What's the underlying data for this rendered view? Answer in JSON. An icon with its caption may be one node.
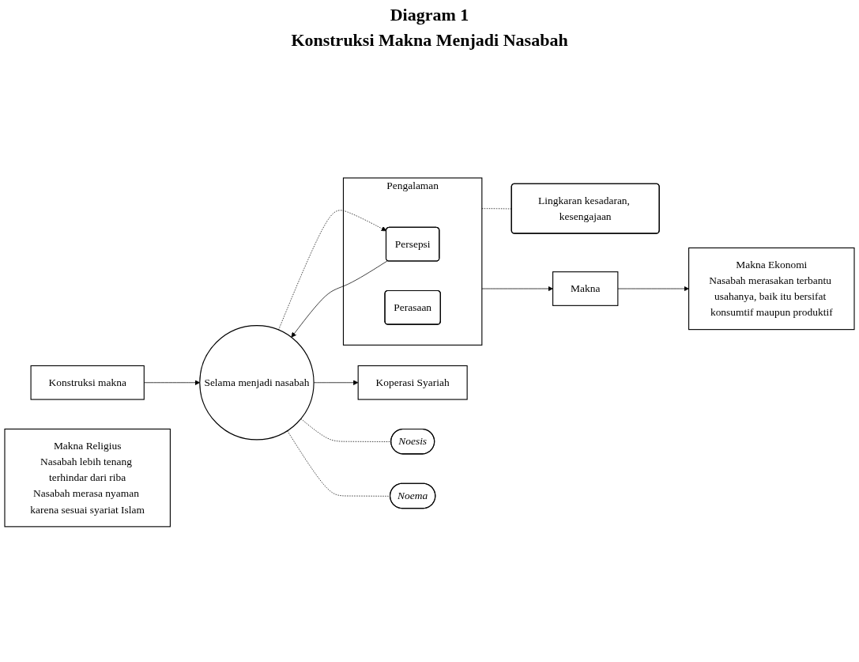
{
  "diagram": {
    "title": "Diagram 1",
    "caption": "Konstruksi Makna Menjadi Nasabah",
    "nodes": [
      {
        "text": [
          "Konstruksi makna"
        ]
      },
      {
        "text": [
          "Selama menjadi nasabah"
        ]
      },
      {
        "text": [
          "Koperasi Syariah"
        ]
      },
      {
        "text": [
          "Noesis"
        ]
      },
      {
        "text": [
          "Pengalaman"
        ]
      },
      {
        "text": [
          "Persepsi"
        ],
        "in": 4
      },
      {
        "text": [
          "Perasaan"
        ],
        "in": 4
      },
      {
        "text": [
          "Noema"
        ]
      },
      {
        "text": [
          "Lingkaran kesadaran, kesengajaan"
        ]
      },
      {
        "text": [
          "Makna"
        ]
      },
      {
        "text": [
          "Makna Ekonomi",
          "Nasabah merasakan terbantu usahanya, baik itu bersifat konsumtif maupun produktif"
        ]
      },
      {
        "text": [
          "Makna Religius",
          "Nasabah lebih tenang terhindar dari riba",
          "Nasabah merasa nyaman karena sesuai syariat Islam"
        ]
      }
    ],
    "edges": [
      {
        "from": 0,
        "to": 1,
        "arrow": "to"
      },
      {
        "from": 1,
        "to": 2,
        "arrow": "to"
      },
      {
        "from": 1,
        "to": 3,
        "arrow": "none",
        "style": "dashed"
      },
      {
        "from": 1,
        "to": 5,
        "arrow": "to",
        "style": "dashed"
      },
      {
        "from": 5,
        "to": 1,
        "arrow": "to"
      },
      {
        "from": 1,
        "to": 7,
        "arrow": "none",
        "style": "dashed"
      },
      {
        "from": 4,
        "to": 8,
        "arrow": "none",
        "style": "dashed"
      },
      {
        "from": 4,
        "to": 9,
        "arrow": "to"
      },
      {
        "from": 9,
        "to": 10,
        "arrow": "to"
      }
    ]
  }
}
